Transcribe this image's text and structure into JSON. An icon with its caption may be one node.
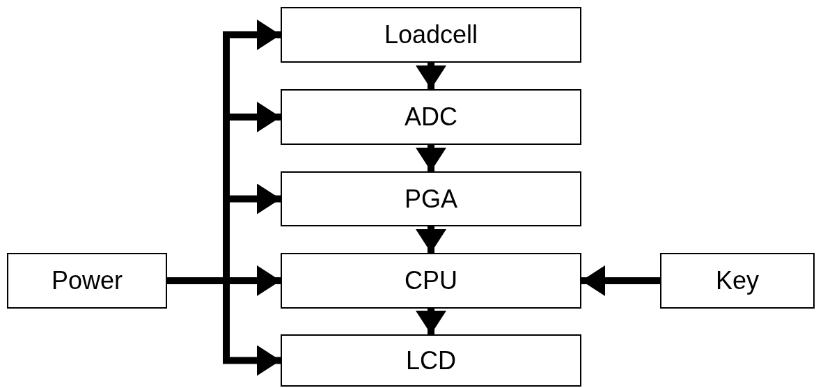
{
  "diagram": {
    "nodes": [
      {
        "text": [
          "Loadcell"
        ]
      },
      {
        "text": [
          "ADC"
        ]
      },
      {
        "text": [
          "PGA"
        ]
      },
      {
        "text": [
          "CPU"
        ]
      },
      {
        "text": [
          "LCD"
        ]
      },
      {
        "text": [
          "Power"
        ]
      },
      {
        "text": [
          "Key"
        ]
      }
    ],
    "edges": [
      {
        "from": 5,
        "to": 0,
        "arrow": "to"
      },
      {
        "from": 5,
        "to": 1,
        "arrow": "to"
      },
      {
        "from": 5,
        "to": 2,
        "arrow": "to"
      },
      {
        "from": 5,
        "to": 3,
        "arrow": "to"
      },
      {
        "from": 5,
        "to": 4,
        "arrow": "to"
      },
      {
        "from": 0,
        "to": 1,
        "arrow": "to"
      },
      {
        "from": 1,
        "to": 2,
        "arrow": "to"
      },
      {
        "from": 2,
        "to": 3,
        "arrow": "to"
      },
      {
        "from": 3,
        "to": 4,
        "arrow": "to"
      },
      {
        "from": 6,
        "to": 3,
        "arrow": "to"
      }
    ]
  }
}
